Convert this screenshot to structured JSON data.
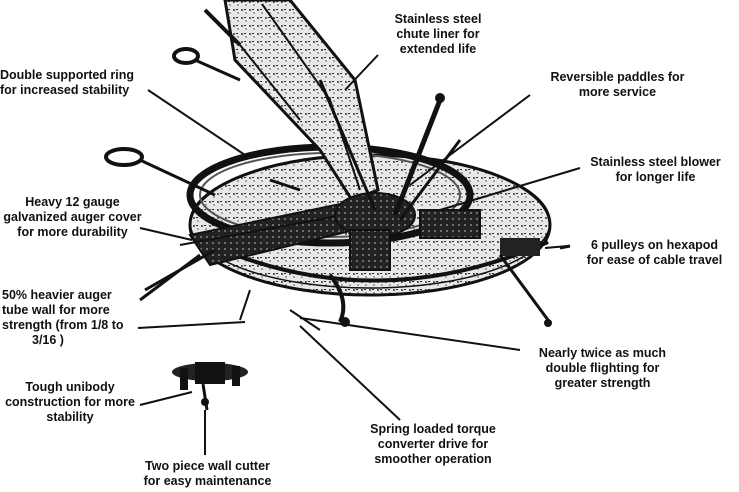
{
  "callouts": {
    "chute_liner": [
      "Stainless steel",
      "chute liner for",
      "extended life"
    ],
    "ring": [
      "Double supported ring",
      "for increased stability"
    ],
    "paddles": [
      "Reversible paddles for",
      "more service"
    ],
    "blower": [
      "Stainless steel blower",
      "for longer life"
    ],
    "auger_cover": [
      "Heavy 12 gauge",
      "galvanized auger cover",
      "for more durability"
    ],
    "pulleys": [
      "6   pulleys on hexapod",
      "for ease of cable travel"
    ],
    "auger_wall": [
      "50% heavier auger",
      "tube wall for more",
      "strength (from 1/8   to",
      "3/16  )"
    ],
    "flighting": [
      "Nearly twice as much",
      "double flighting for",
      "greater strength"
    ],
    "unibody": [
      "Tough unibody",
      "construction for more",
      "stability"
    ],
    "torque": [
      "Spring loaded torque",
      "converter drive for",
      "smoother operation"
    ],
    "wall_cutter": [
      "Two piece wall cutter",
      "for easy maintenance"
    ]
  }
}
